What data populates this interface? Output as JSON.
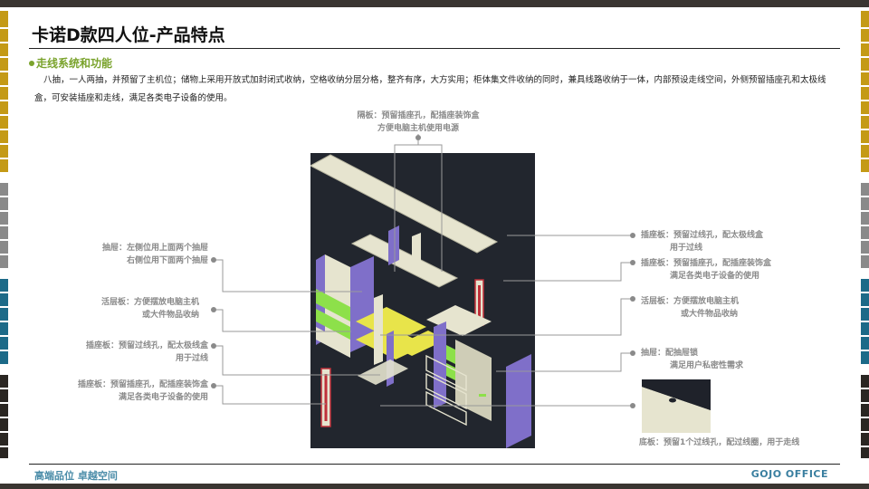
{
  "header": {
    "title": "卡诺D款四人位-产品特点"
  },
  "section": {
    "heading": "走线系统和功能",
    "paragraph": "八抽，一人两抽，并预留了主机位；储物上采用开放式加封闭式收纳，空格收纳分层分格，整齐有序，大方实用；柜体集文件收纳的同时，兼具线路收纳于一体，内部预设走线空间，外侧预留插座孔和太极线盒，可安装插座和走线，满足各类电子设备的使用。"
  },
  "callouts": {
    "top": {
      "line1": "隔板：预留插座孔，配插座装饰盒",
      "line2": "方便电脑主机使用电源"
    },
    "left_1": {
      "line1": "抽屉：左侧位用上面两个抽屉",
      "line2": "右侧位用下面两个抽屉"
    },
    "left_2": {
      "line1": "活层板：方便摆放电脑主机",
      "line2": "或大件物品收纳"
    },
    "left_3": {
      "line1": "插座板：预留过线孔，配太极线盒",
      "line2": "用于过线"
    },
    "left_4": {
      "line1": "插座板：预留插座孔，配插座装饰盒",
      "line2": "满足各类电子设备的使用"
    },
    "right_1": {
      "line1": "插座板：预留过线孔，配太极线盒",
      "line2": "用于过线"
    },
    "right_2": {
      "line1": "插座板：预留插座孔，配插座装饰盒",
      "line2": "满足各类电子设备的使用"
    },
    "right_3": {
      "line1": "活层板：方便摆放电脑主机",
      "line2": "或大件物品收纳"
    },
    "right_4": {
      "line1": "抽屉：配抽屉锁",
      "line2": "满足用户私密性需求"
    },
    "bottom": {
      "line1": "底板：预留1个过线孔，配过线圈，用于走线"
    }
  },
  "footer": {
    "slogan": "高端品位  卓越空间",
    "brand": "GOJO OFFICE"
  },
  "colors": {
    "accent_green": "#7aa32c",
    "footer_blue": "#3a7fa0",
    "drawing_bg": "#22262e",
    "panel_cream": "#e6e4cf",
    "panel_purple": "#7f6fc9",
    "shelf_green": "#8de04a",
    "shelf_yellow": "#e8e44a",
    "socket_red": "#c0303a"
  }
}
